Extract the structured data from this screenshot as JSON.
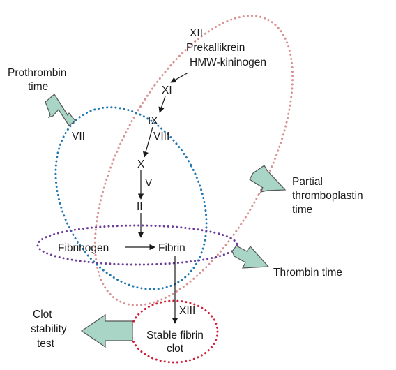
{
  "factors": {
    "xii": "XII",
    "prekallikrein": "Prekallikrein",
    "hmw_kininogen": "HMW-kininogen",
    "xi": "XI",
    "ix": "IX",
    "vii": "VII",
    "viii": "VIII",
    "x": "X",
    "v": "V",
    "ii": "II",
    "fibrinogen": "Fibrinogen",
    "fibrin": "Fibrin",
    "xiii": "XIII",
    "stable_fibrin_line1": "Stable fibrin",
    "stable_fibrin_line2": "clot"
  },
  "tests": {
    "prothrombin_time": {
      "line1": "Prothrombin",
      "line2": "time"
    },
    "ptt": {
      "line1": "Partial",
      "line2": "thromboplastin",
      "line3": "time"
    },
    "thrombin_time": {
      "line1": "Thrombin time"
    },
    "clot_stability": {
      "line1": "Clot",
      "line2": "stability",
      "line3": "test"
    }
  },
  "colors": {
    "extrinsic_loop": "#1f77b4",
    "intrinsic_loop": "#d99090",
    "common_loop": "#6a3d9a",
    "clot_loop": "#d0203a",
    "arrow_fill": "#a8d5c6",
    "arrow_stroke": "#555555"
  }
}
